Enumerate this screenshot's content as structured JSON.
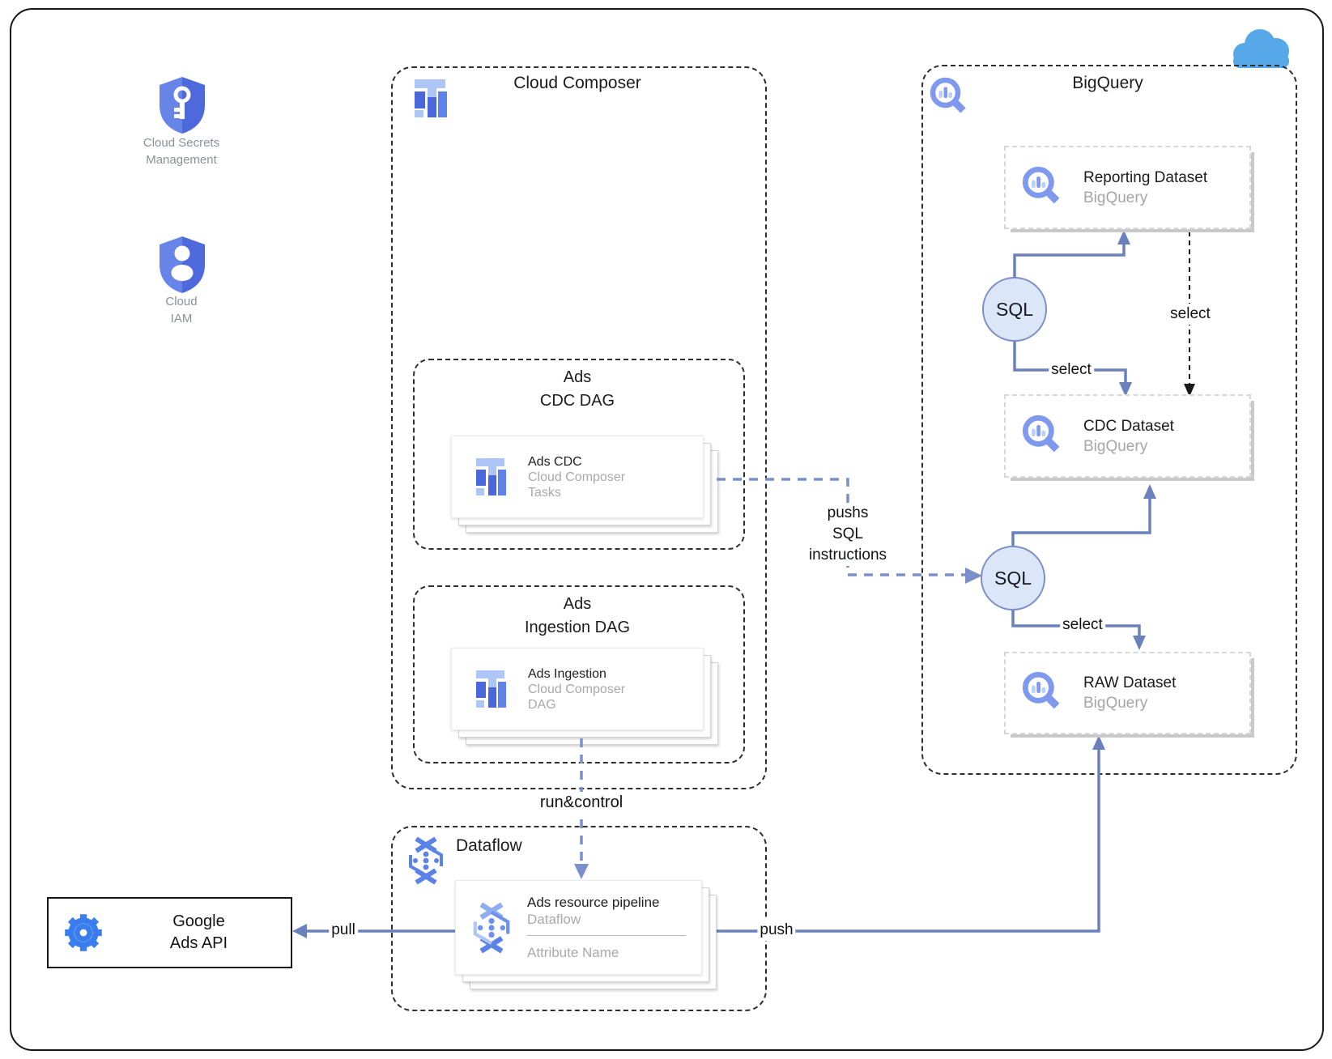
{
  "legend": {
    "secrets": {
      "line1": "Cloud Secrets",
      "line2": "Management"
    },
    "iam": {
      "line1": "Cloud",
      "line2": "IAM"
    }
  },
  "cloud_composer": {
    "title": "Cloud Composer",
    "cdc_dag": {
      "title_line1": "Ads",
      "title_line2": "CDC DAG",
      "card": {
        "title": "Ads CDC",
        "subtitle1": "Cloud Composer",
        "subtitle2": "Tasks"
      }
    },
    "ingestion_dag": {
      "title_line1": "Ads",
      "title_line2": "Ingestion DAG",
      "card": {
        "title": "Ads Ingestion",
        "subtitle1": "Cloud Composer",
        "subtitle2": "DAG"
      }
    }
  },
  "bigquery": {
    "title": "BigQuery",
    "sql_badge": "SQL",
    "reporting": {
      "title": "Reporting Dataset",
      "subtitle": "BigQuery"
    },
    "cdc": {
      "title": "CDC Dataset",
      "subtitle": "BigQuery"
    },
    "raw": {
      "title": "RAW Dataset",
      "subtitle": "BigQuery"
    }
  },
  "dataflow": {
    "title": "Dataflow",
    "card": {
      "title": "Ads resource pipeline",
      "subtitle": "Dataflow",
      "attribute": "Attribute Name"
    }
  },
  "google_ads_api": {
    "line1": "Google",
    "line2": "Ads API"
  },
  "edge_labels": {
    "pushes_line1": "pushs",
    "pushes_line2": "SQL",
    "pushes_line3": "instructions",
    "run_control": "run&control",
    "select_dashed": "select",
    "select_sql1": "select",
    "select_sql2": "select",
    "pull": "pull",
    "push": "push"
  },
  "colors": {
    "arrow_blue": "#6b81bd",
    "dashed_blue": "#7b90cb",
    "cloud_blue": "#56a8e8",
    "icon_blue": "#7e99ee",
    "icon_blue_light": "#bccff9",
    "shield_left": "#6784e9",
    "shield_right": "#4e69dc",
    "gear_blue": "#3a7def",
    "sql_fill": "#dbe6f9"
  }
}
